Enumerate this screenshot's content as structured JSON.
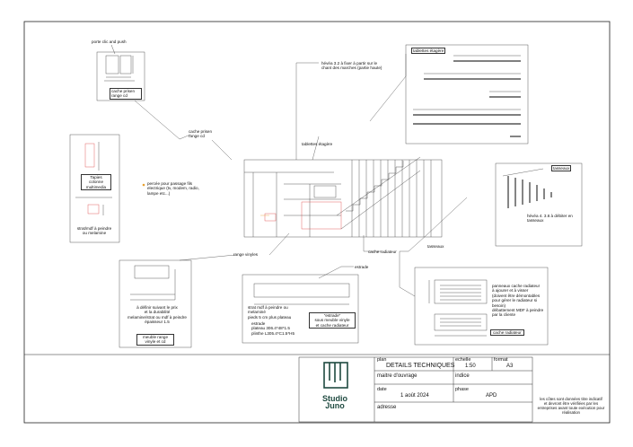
{
  "notes": {
    "porte_clic": "porte clic and push",
    "cache_prisen_top": "cache prisen\nrange cd",
    "cache_prisen_mid": "cache prisen\nrange cd",
    "hevea": "hévéa 3.2 à fixer à partir sur le\nchant des marches (partie haute)",
    "tablettes_etageres_label": "tablettes étagère",
    "tablettes_etagere_mid": "tablettes étagère",
    "tapis": "Tapies\ncolonne\nmultimedia",
    "strat": "strat/mdf à peindre\nou melamine",
    "percee": "percée pour passage fils\nelectrique (tv, modem, radio,\nlampe etc...)",
    "tasseaux_label": "tasseaux",
    "hevea_tasseaux": "hévéa 4. 3.6 à débiter en\ntasseaux",
    "tasseaux_mid": "tasseaux",
    "range_vinyles": "range vinyles",
    "estrade": "estrade",
    "cache_radiateur_mid": "cache radiateur",
    "definir": "à définir suivant le prix\net la durabilité\nmelamine/strat ou mdf à peindre\népaisseur 1.5",
    "meuble_range": "meuble range\nvinyle et cd",
    "strat_peindre": "strat mdf à peindre ou\nmelaminé\npieds 5 cm plus plateau",
    "estrade_dims": "estrade\nplateau 306.4*48*1.5\nplinthe L305.4*C1.5*H5",
    "estrade_box": "\"estrade\"\nsous meuble vinyle\net cache radiateur",
    "panneaux": "panneaux cache radiateur\nà ajourer et à visser\n(doivent être démontables\npour gérer le radiateur si\nbesoin)\ndébattement MDF à peindre\npar la cliente",
    "cache_radiateur_box": "cache radiateur"
  },
  "title_block": {
    "logo_line1": "Studio",
    "logo_line2": "Juno",
    "plan_label": "plan",
    "plan_value": "DETAILS TECHNIQUES",
    "echelle_label": "echelle",
    "echelle_value": "1:50",
    "format_label": "format",
    "format_value": "A3",
    "maitre_label": "maitre d'ouvrage",
    "indice_label": "indice",
    "date_label": "date",
    "date_value": "1 août 2024",
    "phase_label": "phase",
    "phase_value": "APD",
    "adresse_label": "adresse",
    "disclaimer": "les côtes sont données  titre indicatif\net devront être vérifiées par les\nentreprises avant toute exécution pour\nréalisation"
  },
  "colors": {
    "line": "#333333",
    "accent_red": "#d94040",
    "accent_orange": "#e8a030",
    "logo_green": "#1f4a40"
  }
}
